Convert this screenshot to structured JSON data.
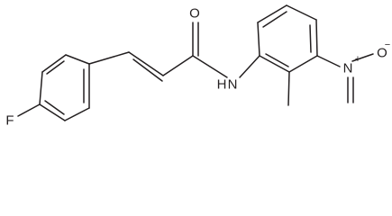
{
  "molecule": {
    "atoms": {
      "fluorine": "F",
      "carbonyl_oxygen": "O",
      "amide_nitrogen": "N",
      "amide_hydrogen": "H",
      "nitro_nitrogen": "N",
      "nitro_nitrogen_charge": "+",
      "nitro_oxygen": "O",
      "nitro_oxygen_charge": "−"
    }
  }
}
